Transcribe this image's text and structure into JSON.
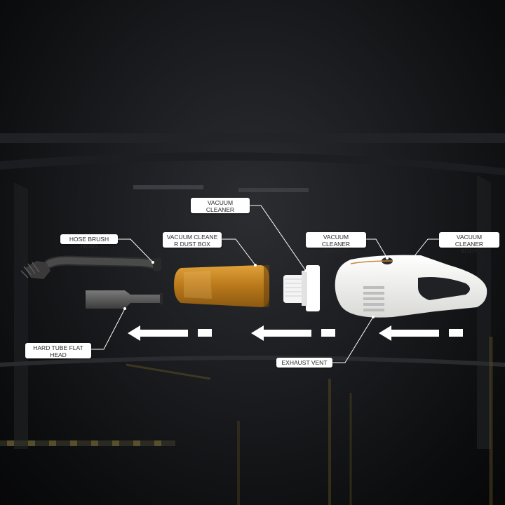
{
  "labels": {
    "hose_brush_head": "HOSE BRUSH HEAD",
    "dust_box": "VACUUM CLEANE\nR DUST BOX",
    "filter": "VACUUM CLEANER\nFILTER",
    "switch": "VACUUM CLEANER\nSWITCH",
    "body": "VACUUM CLEANER\nBODY",
    "hard_tube_flat_head": "HARD TUBE FLAT\nHEAD",
    "exhaust_vent": "EXHAUST VENT"
  },
  "colors": {
    "dust_box": "#c7881f",
    "body": "#f2f2f0",
    "hose": "#3b3b3b",
    "arrow": "#ffffff"
  },
  "icons": {
    "direction": "arrow-left-icon"
  }
}
